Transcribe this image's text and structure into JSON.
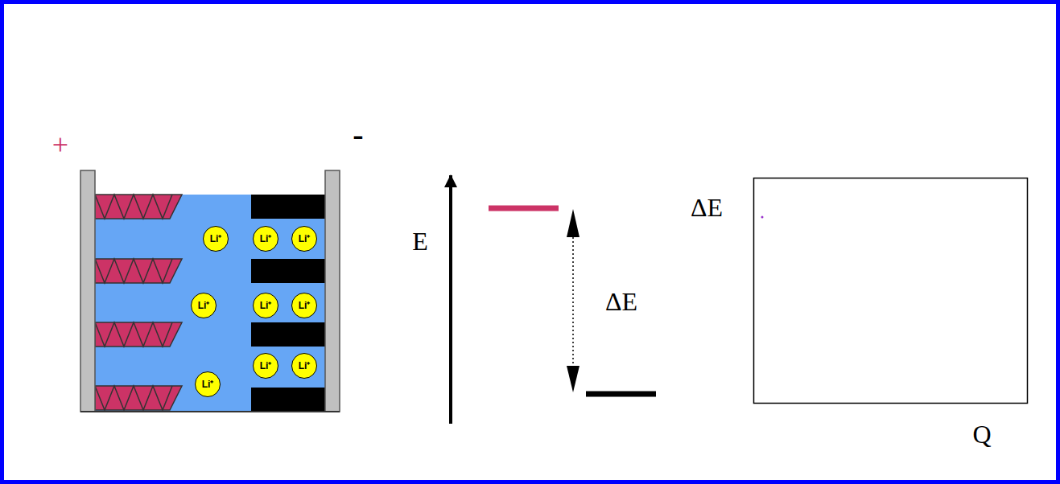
{
  "diagram": {
    "nodes": [
      {
        "text": [
          "Li⁺"
        ]
      },
      {
        "text": [
          "Li⁺"
        ]
      },
      {
        "text": [
          "Li⁺"
        ]
      },
      {
        "text": [
          "Li⁺"
        ]
      },
      {
        "text": [
          "Li⁺"
        ]
      },
      {
        "text": [
          "Li⁺"
        ]
      },
      {
        "text": [
          "Li⁺"
        ]
      },
      {
        "text": [
          "Li⁺"
        ]
      },
      {
        "text": [
          "Li⁺"
        ]
      }
    ],
    "labels": [
      "+",
      "-",
      "E",
      "ΔE",
      "ΔE",
      "Q"
    ]
  }
}
